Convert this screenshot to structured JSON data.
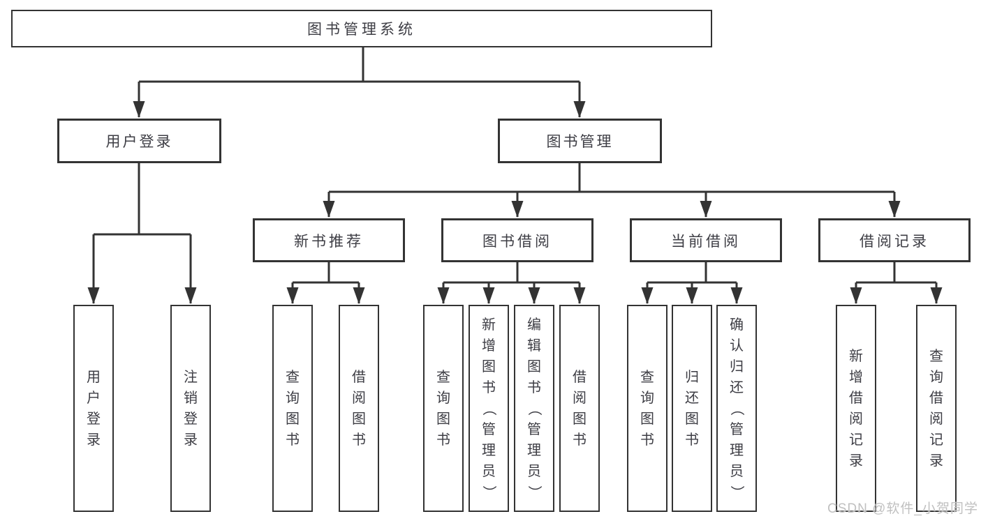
{
  "colors": {
    "line": "#333333",
    "text": "#3d3d44",
    "background": "#ffffff",
    "watermark_text_color": "#c0c0c0"
  },
  "watermark": "CSDN @软件_小贺同学",
  "nodes": {
    "root": {
      "label": "图书管理系统"
    },
    "level2": [
      {
        "label": "用户登录"
      },
      {
        "label": "图书管理"
      }
    ],
    "level3": [
      {
        "label": "新书推荐"
      },
      {
        "label": "图书借阅"
      },
      {
        "label": "当前借阅"
      },
      {
        "label": "借阅记录"
      }
    ],
    "leaves": [
      {
        "label": "用户登录"
      },
      {
        "label": "注销登录"
      },
      {
        "label": "查询图书"
      },
      {
        "label": "借阅图书"
      },
      {
        "label": "查询图书"
      },
      {
        "label": "新增图书（管理员）"
      },
      {
        "label": "编辑图书（管理员）"
      },
      {
        "label": "借阅图书"
      },
      {
        "label": "查询图书"
      },
      {
        "label": "归还图书"
      },
      {
        "label": "确认归还（管理员）"
      },
      {
        "label": "新增借阅记录"
      },
      {
        "label": "查询借阅记录"
      }
    ]
  }
}
